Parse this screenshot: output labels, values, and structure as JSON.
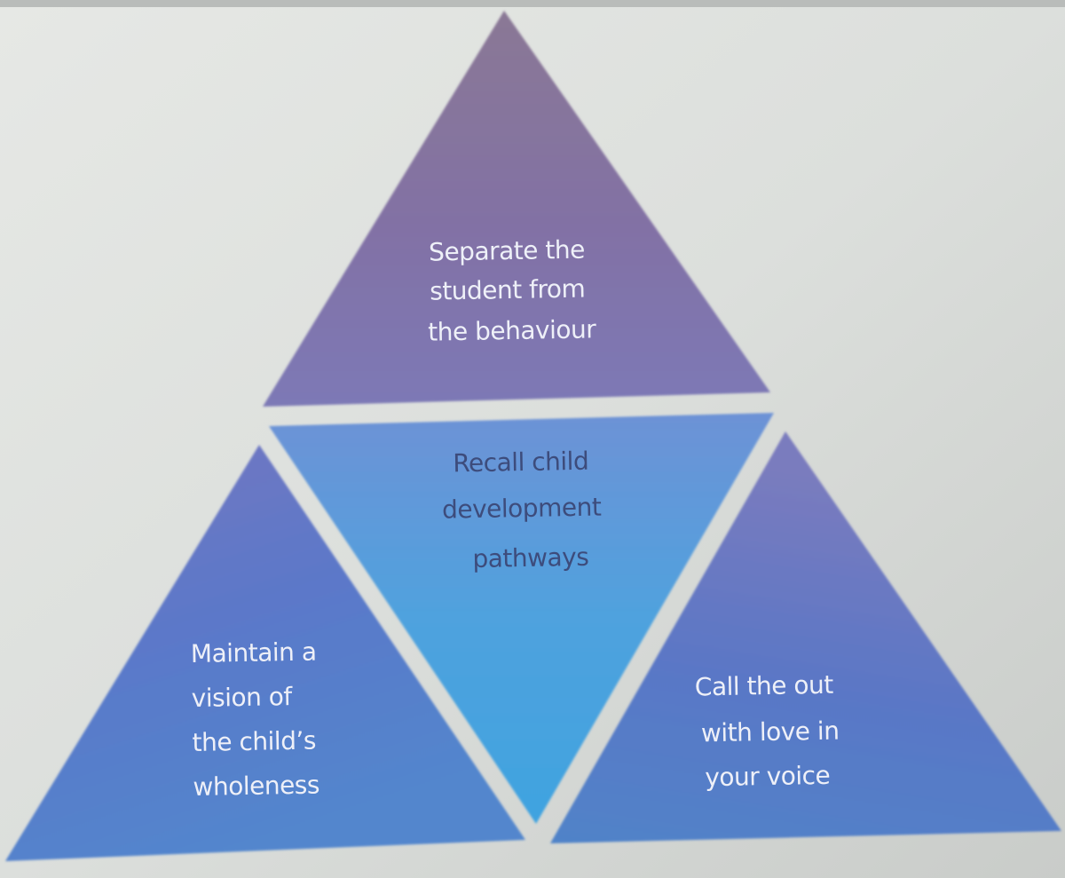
{
  "diagram": {
    "top": {
      "lines": [
        "Separate the",
        "student from",
        "the behaviour"
      ]
    },
    "middle": {
      "lines": [
        "Recall child",
        "development",
        "pathways"
      ]
    },
    "left": {
      "lines": [
        "Maintain a",
        "vision of",
        "the child’s",
        "wholeness"
      ]
    },
    "right": {
      "lines": [
        "Call the out",
        "with love in",
        "your voice"
      ]
    }
  },
  "colors": {
    "background": "#dadcd9",
    "top_triangle": "#8174a2",
    "middle_triangle": "#4ea4de",
    "side_triangles": "#5b74c4"
  }
}
